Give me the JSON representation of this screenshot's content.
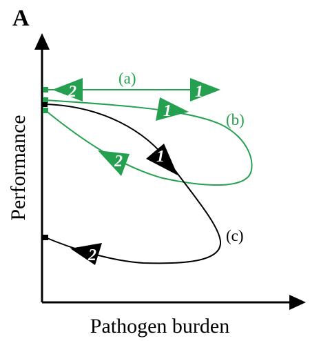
{
  "panel_label": "A",
  "axes": {
    "y_label": "Performance",
    "x_label": "Pathogen burden"
  },
  "curves": {
    "a": {
      "label": "(a)",
      "color": "#25a050",
      "arrow_1": "1",
      "arrow_2": "2"
    },
    "b": {
      "label": "(b)",
      "color": "#25a050",
      "arrow_1": "1",
      "arrow_2": "2"
    },
    "c": {
      "label": "(c)",
      "color": "#000000",
      "arrow_1": "1",
      "arrow_2": "2"
    }
  }
}
